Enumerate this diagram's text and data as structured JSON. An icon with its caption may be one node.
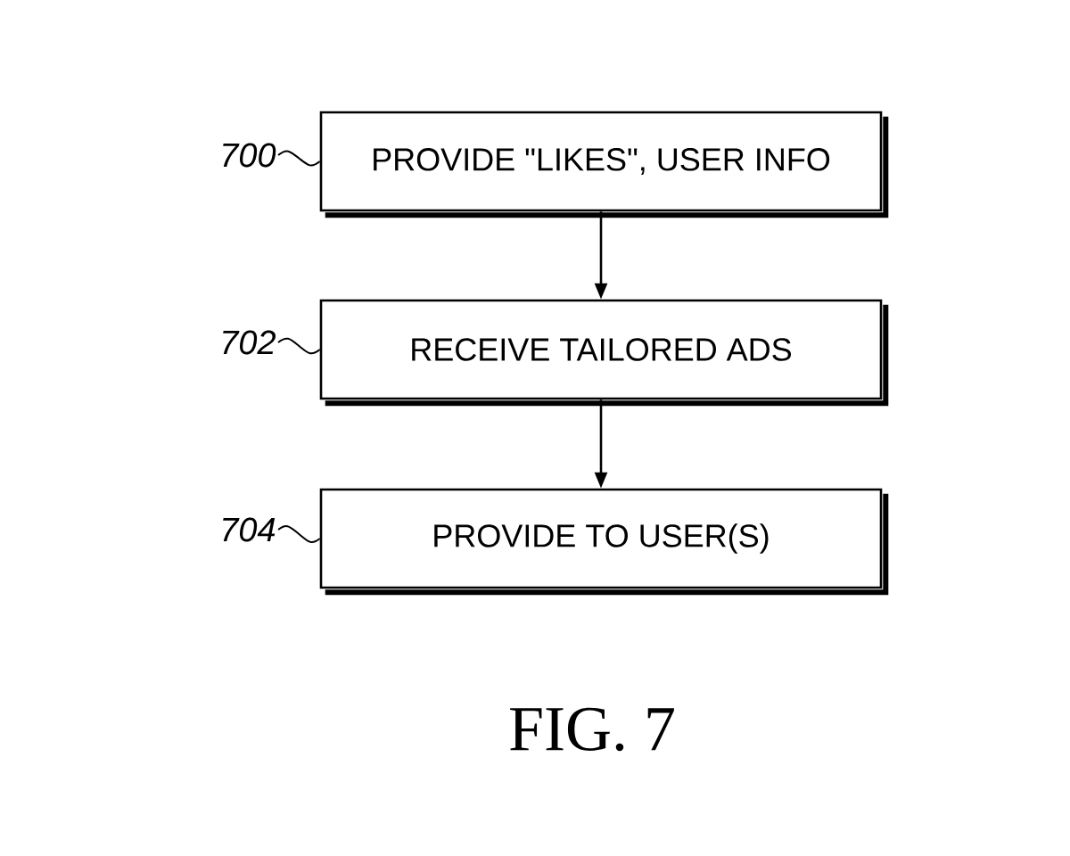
{
  "diagram": {
    "caption": "FIG. 7",
    "nodes": [
      {
        "text": [
          "PROVIDE \"LIKES\", USER INFO"
        ]
      },
      {
        "text": [
          "RECEIVE TAILORED ADS"
        ]
      },
      {
        "text": [
          "PROVIDE TO USER(S)"
        ]
      },
      {
        "text": [
          "700"
        ]
      },
      {
        "text": [
          "702"
        ]
      },
      {
        "text": [
          "704"
        ]
      }
    ],
    "edges": [
      {
        "from": 0,
        "to": 1,
        "arrow": "to"
      },
      {
        "from": 1,
        "to": 2,
        "arrow": "to"
      },
      {
        "from": 3,
        "to": 0,
        "arrow": "none"
      },
      {
        "from": 4,
        "to": 1,
        "arrow": "none"
      },
      {
        "from": 5,
        "to": 2,
        "arrow": "none"
      }
    ]
  }
}
